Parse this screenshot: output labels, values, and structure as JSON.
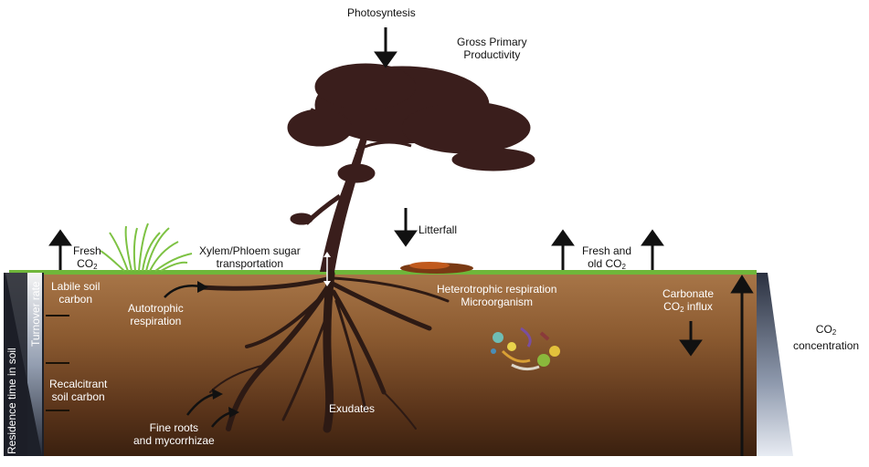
{
  "labels": {
    "photosynthesis": "Photosyntesis",
    "gpp_line1": "Gross Primary",
    "gpp_line2": "Productivity",
    "litterfall": "Litterfall",
    "fresh_co2_left_1": "Fresh",
    "fresh_co2_left_2": "CO",
    "fresh_co2_left_sub": "2",
    "xylem_1": "Xylem/Phloem sugar",
    "xylem_2": "transportation",
    "fresh_old_1": "Fresh and",
    "fresh_old_2": "old CO",
    "fresh_old_sub": "2",
    "labile_1": "Labile soil",
    "labile_2": "carbon",
    "autotrophic_1": "Autotrophic",
    "autotrophic_2": "respiration",
    "heterotrophic_1": "Heterotrophic respiration",
    "heterotrophic_2": "Microorganism",
    "carbonate_1": "Carbonate",
    "carbonate_2": "CO",
    "carbonate_sub": "2",
    "carbonate_3": " influx",
    "co2_conc_1": "CO",
    "co2_conc_sub": "2",
    "co2_conc_2": "concentration",
    "recalcitrant_1": "Recalcitrant",
    "recalcitrant_2": "soil carbon",
    "exudates": "Exudates",
    "fine_roots_1": "Fine roots",
    "fine_roots_2": "and mycorrhizae",
    "turnover_rate": "Turnover rate",
    "residence_time": "Residence time in soil"
  },
  "colors": {
    "soil_top": "#a57446",
    "soil_bottom": "#3d2210",
    "grass": "#7cc242",
    "tree": "#3a1e1c",
    "gradient_light": "#c9d3e4",
    "gradient_dark": "#2e3445"
  }
}
